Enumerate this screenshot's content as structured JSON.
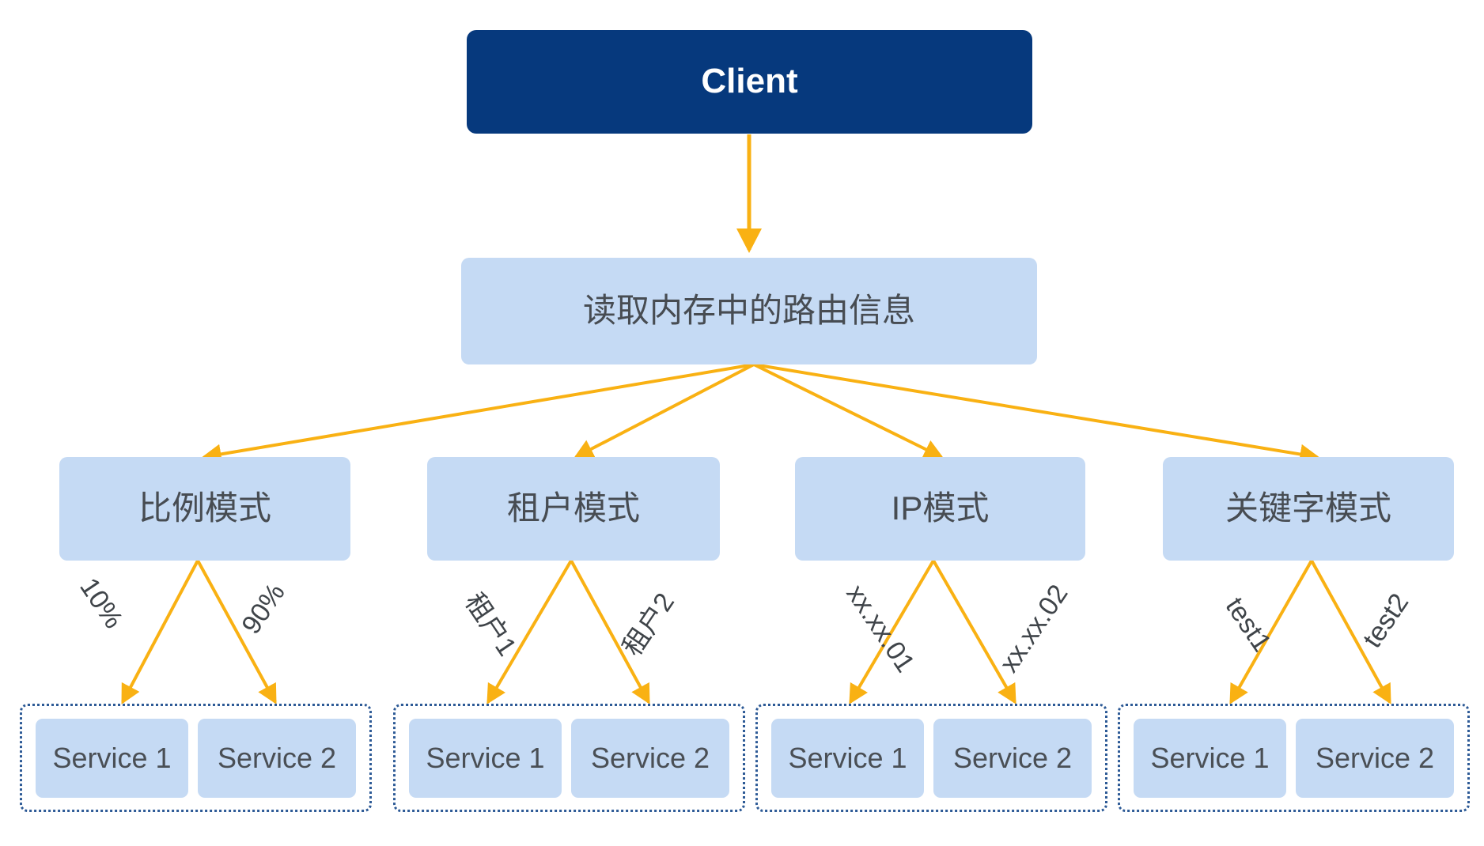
{
  "diagram": {
    "title_node": {
      "label": "Client"
    },
    "route_node": {
      "label": "读取内存中的路由信息"
    },
    "colors": {
      "client_bg": "#06397d",
      "client_text": "#ffffff",
      "box_bg": "#c5daf4",
      "box_text": "#474c52",
      "arrow": "#f9b113",
      "group_border": "#2d5a96",
      "page_bg": "#ffffff"
    },
    "modes": [
      {
        "label": "比例模式",
        "edge_labels": [
          "10%",
          "90%"
        ],
        "services": [
          "Service 1",
          "Service 2"
        ]
      },
      {
        "label": "租户模式",
        "edge_labels": [
          "租户1",
          "租户2"
        ],
        "services": [
          "Service 1",
          "Service 2"
        ]
      },
      {
        "label": "IP模式",
        "edge_labels": [
          "xx.xx.01",
          "xx.xx.02"
        ],
        "services": [
          "Service 1",
          "Service 2"
        ]
      },
      {
        "label": "关键字模式",
        "edge_labels": [
          "test1",
          "test2"
        ],
        "services": [
          "Service 1",
          "Service 2"
        ]
      }
    ]
  }
}
